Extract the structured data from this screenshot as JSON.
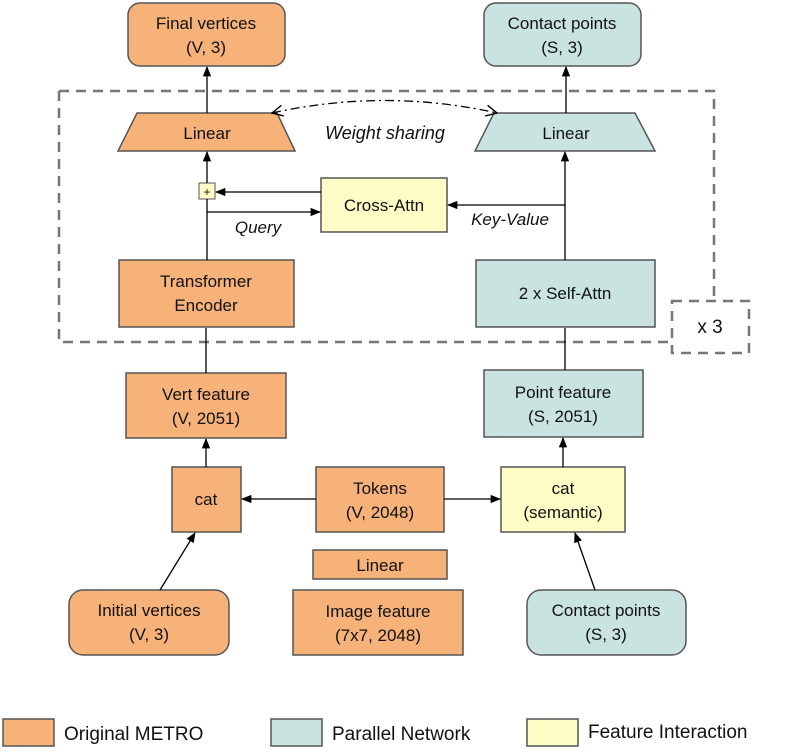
{
  "colors": {
    "original": "#f6b278",
    "parallel": "#c9e4e0",
    "interaction": "#fdfdc5",
    "stroke": "#555555"
  },
  "nodes": {
    "final_vertices": {
      "line1": "Final vertices",
      "line2": "(V, 3)"
    },
    "contact_points_top": {
      "line1": "Contact points",
      "line2": "(S, 3)"
    },
    "linear_left": "Linear",
    "linear_right": "Linear",
    "plus": "+",
    "cross_attn": "Cross-Attn",
    "transformer": {
      "line1": "Transformer",
      "line2": "Encoder"
    },
    "self_attn": "2 x Self-Attn",
    "repeat": "x 3",
    "vert_feature": {
      "line1": "Vert feature",
      "line2": "(V, 2051)"
    },
    "point_feature": {
      "line1": "Point feature",
      "line2": "(S, 2051)"
    },
    "cat_left": "cat",
    "tokens": {
      "line1": "Tokens",
      "line2": "(V, 2048)"
    },
    "cat_right": {
      "line1": "cat",
      "line2": "(semantic)"
    },
    "linear_mid": "Linear",
    "initial_vertices": {
      "line1": "Initial vertices",
      "line2": "(V, 3)"
    },
    "image_feature": {
      "line1": "Image feature",
      "line2": "(7x7, 2048)"
    },
    "contact_points_bottom": {
      "line1": "Contact points",
      "line2": "(S, 3)"
    }
  },
  "edge_labels": {
    "weight_sharing": "Weight  sharing",
    "query": "Query",
    "key_value": "Key-Value"
  },
  "legend": [
    {
      "label": "Original METRO",
      "color": "#f6b278"
    },
    {
      "label": "Parallel Network",
      "color": "#c9e4e0"
    },
    {
      "label": "Feature Interaction",
      "color": "#fdfdc5"
    }
  ]
}
